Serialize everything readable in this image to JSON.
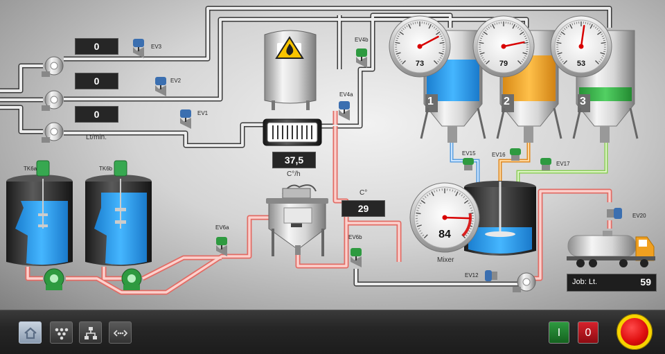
{
  "flow_meters": {
    "ev3_value": "0",
    "ev2_value": "0",
    "ev1_value": "0",
    "unit_label": "Lt/min."
  },
  "valves": {
    "ev1": "EV1",
    "ev2": "EV2",
    "ev3": "EV3",
    "ev4a": "EV4a",
    "ev4b": "EV4b",
    "ev6a": "EV6a",
    "ev6b": "EV6b",
    "ev12": "EV12",
    "ev15": "EV15",
    "ev16": "EV16",
    "ev17": "EV17",
    "ev20": "EV20"
  },
  "tanks": {
    "tk6a": "TK6a",
    "tk6b": "TK6b",
    "silo_1": "1",
    "silo_2": "2",
    "silo_3": "3"
  },
  "heater": {
    "flow_value": "37,5",
    "flow_unit": "C°/h"
  },
  "temperature": {
    "value": "29",
    "unit": "C°"
  },
  "gauges": {
    "silo_1": 73,
    "silo_2": 79,
    "silo_3": 53,
    "mixer": 84,
    "mixer_label": "Mixer",
    "silo_1_fill_pct": 73,
    "silo_2_fill_pct": 79,
    "silo_3_fill_pct": 53
  },
  "job": {
    "label": "Job: Lt.",
    "value": "59"
  },
  "toolbar": {
    "on_label": "I",
    "off_label": "0"
  },
  "colors": {
    "water": "#2f9ff0",
    "orange": "#f0a22c",
    "green": "#38b34a",
    "hot_pipe": "#f2a7a0",
    "on_button": "#1e7a2e",
    "off_button": "#b5121b",
    "emergency": "#e01010",
    "emergency_ring": "#f7d300"
  }
}
